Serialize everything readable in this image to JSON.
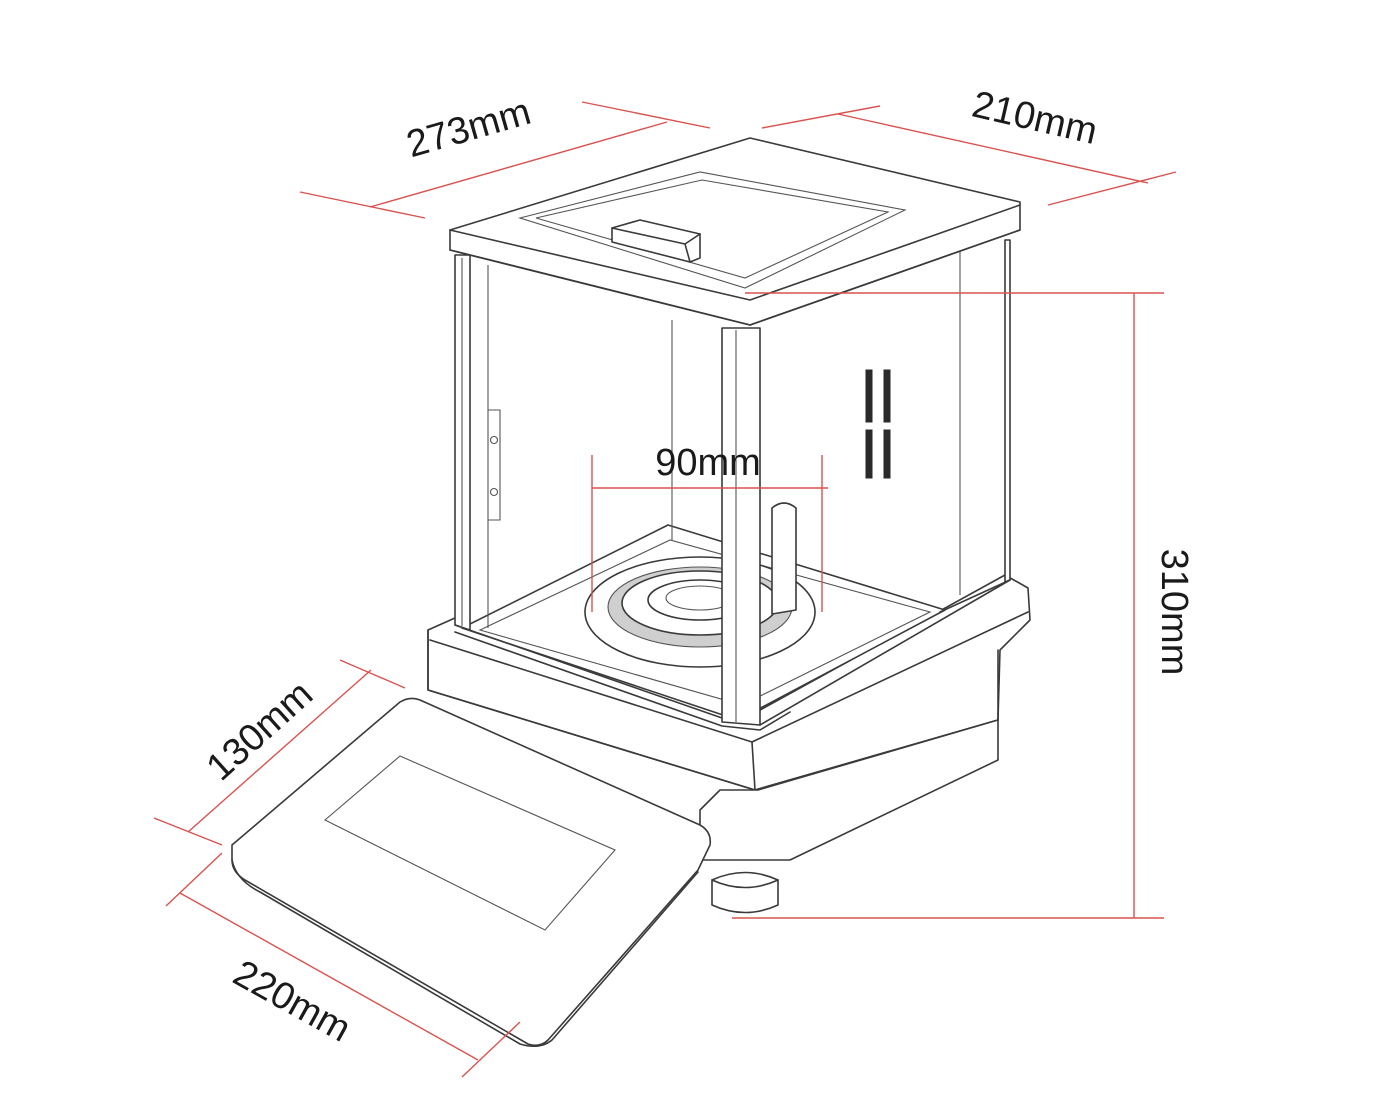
{
  "diagram": {
    "subject": "analytical balance with draft shield and weighing pan",
    "colors": {
      "dimension_line": "#d9534f",
      "outline": "#3a3a3a",
      "text": "#1a1a1a"
    },
    "dimensions": {
      "depth": "273mm",
      "width": "210mm",
      "height": "310mm",
      "pan_diameter": "90mm",
      "display_depth": "130mm",
      "display_width": "220mm"
    }
  }
}
